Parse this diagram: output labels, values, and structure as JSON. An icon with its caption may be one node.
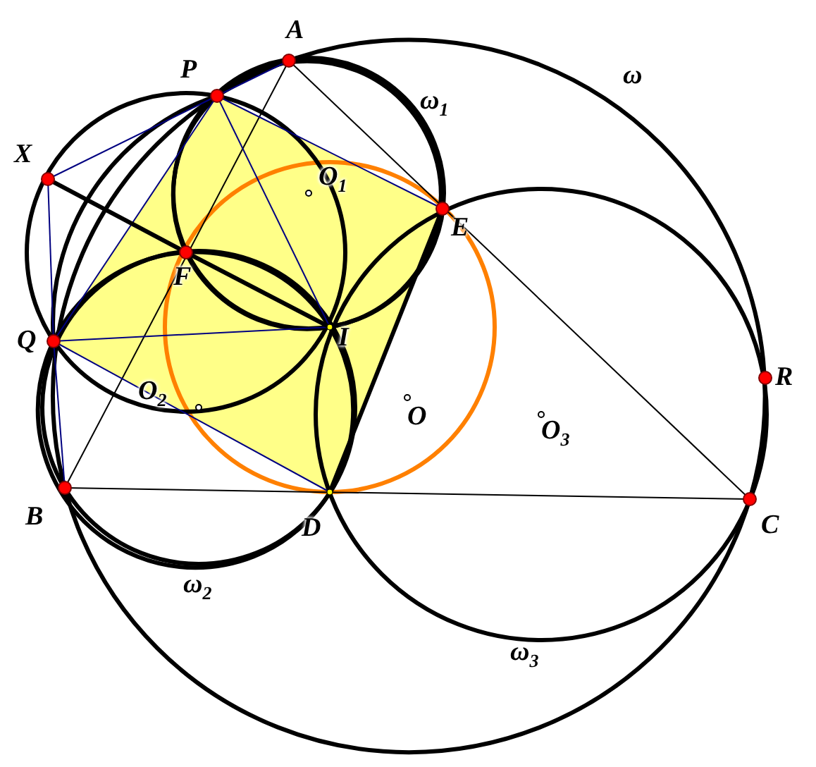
{
  "diagram": {
    "labels": [
      "A",
      "ω",
      "P",
      "ω$_{1}$",
      "X",
      "O$_{1}$",
      "E",
      "F",
      "Q",
      "I",
      "R",
      "O$_{2}$",
      "O",
      "O$_{3}$",
      "B",
      "D",
      "C",
      "ω$_{2}$",
      "ω$_{3}$"
    ]
  }
}
